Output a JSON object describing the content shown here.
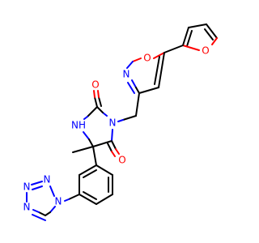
{
  "molecule": {
    "colors": {
      "carbon_bond": "#000000",
      "oxygen": "#ff0000",
      "nitrogen": "#0000ff",
      "background": "#ffffff"
    },
    "atoms": {
      "furan_o": "O",
      "isoxazole_o": "O",
      "isoxazole_n": "N",
      "imide_n": "N",
      "nh": "NH",
      "carbonyl_o_top": "O",
      "carbonyl_o_bottom": "O",
      "methyl": "",
      "tetrazole_n1": "N",
      "tetrazole_n2": "N",
      "tetrazole_n3": "N",
      "tetrazole_n4": "N"
    }
  }
}
